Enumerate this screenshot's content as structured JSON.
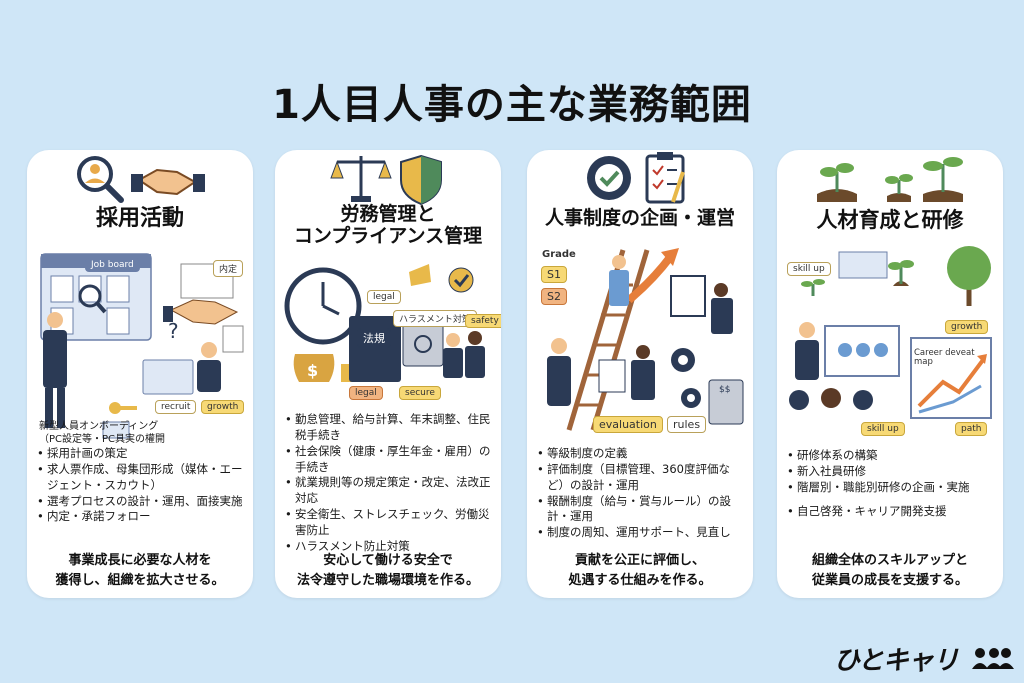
{
  "title": "1人目人事の主な業務範囲",
  "cards": [
    {
      "title": "採用活動",
      "tags": {
        "job_board": "Job board",
        "naitei": "内定",
        "recruit": "recruit",
        "growth": "growth"
      },
      "bullets": [
        "新型人員オンボーディング",
        "（PC設定等・PC具実の權開",
        "採用計画の策定",
        "求人票作成、母集団形成（媒体・エージェント・スカウト）",
        "選考プロセスの設計・運用、面接実施",
        "内定・承諾フォロー"
      ],
      "summary": [
        "事業成長に必要な人材を",
        "獲得し、組織を拡大させる。"
      ]
    },
    {
      "title": [
        "労務管理と",
        "コンプライアンス管理"
      ],
      "tags": {
        "legal": "legal",
        "harassment": "ハラスメント対策",
        "hoki": "法規",
        "safety": "safety",
        "legal2": "legal",
        "secure": "secure"
      },
      "bullets": [
        "勤怠管理、給与計算、年末調整、住民税手続き",
        "社会保険（健康・厚生年金・雇用）の手続き",
        "就業規則等の規定策定・改定、法改正対応",
        "安全衛生、ストレスチェック、労働災害防止",
        "ハラスメント防止対策"
      ],
      "summary": [
        "安心して働ける安全で",
        "法令遵守した職場環境を作る。"
      ]
    },
    {
      "title": "人事制度の企画・運営",
      "tags": {
        "grade": "Grade",
        "s1": "S1",
        "s2": "S2",
        "evaluation": "evaluation",
        "rules": "rules"
      },
      "bullets": [
        "等級制度の定義",
        "評価制度（目標管理、360度評価など）の設計・運用",
        "報酬制度（給与・賞与ルール）の設計・運用",
        "制度の周知、運用サポート、見直し"
      ],
      "summary": [
        "貢献を公正に評価し、",
        "処遇する仕組みを作る。"
      ]
    },
    {
      "title": "人材育成と研修",
      "tags": {
        "skill_up": "skill up",
        "growth": "growth",
        "career": "Career deveat map",
        "skill_up2": "skill up",
        "path": "path"
      },
      "bullets": [
        "研修体系の構築",
        "新入社員研修",
        "階層別・職能別研修の企画・実施",
        "自己啓発・キャリア開発支援"
      ],
      "summary": [
        "組織全体のスキルアップと",
        "従業員の成長を支援する。"
      ]
    }
  ],
  "logo": "ひとキャリ",
  "colors": {
    "background": "#cfe6f7",
    "card": "#ffffff",
    "accent_yellow": "#f7d975",
    "accent_orange": "#f1b481",
    "navy": "#2b3a55"
  }
}
